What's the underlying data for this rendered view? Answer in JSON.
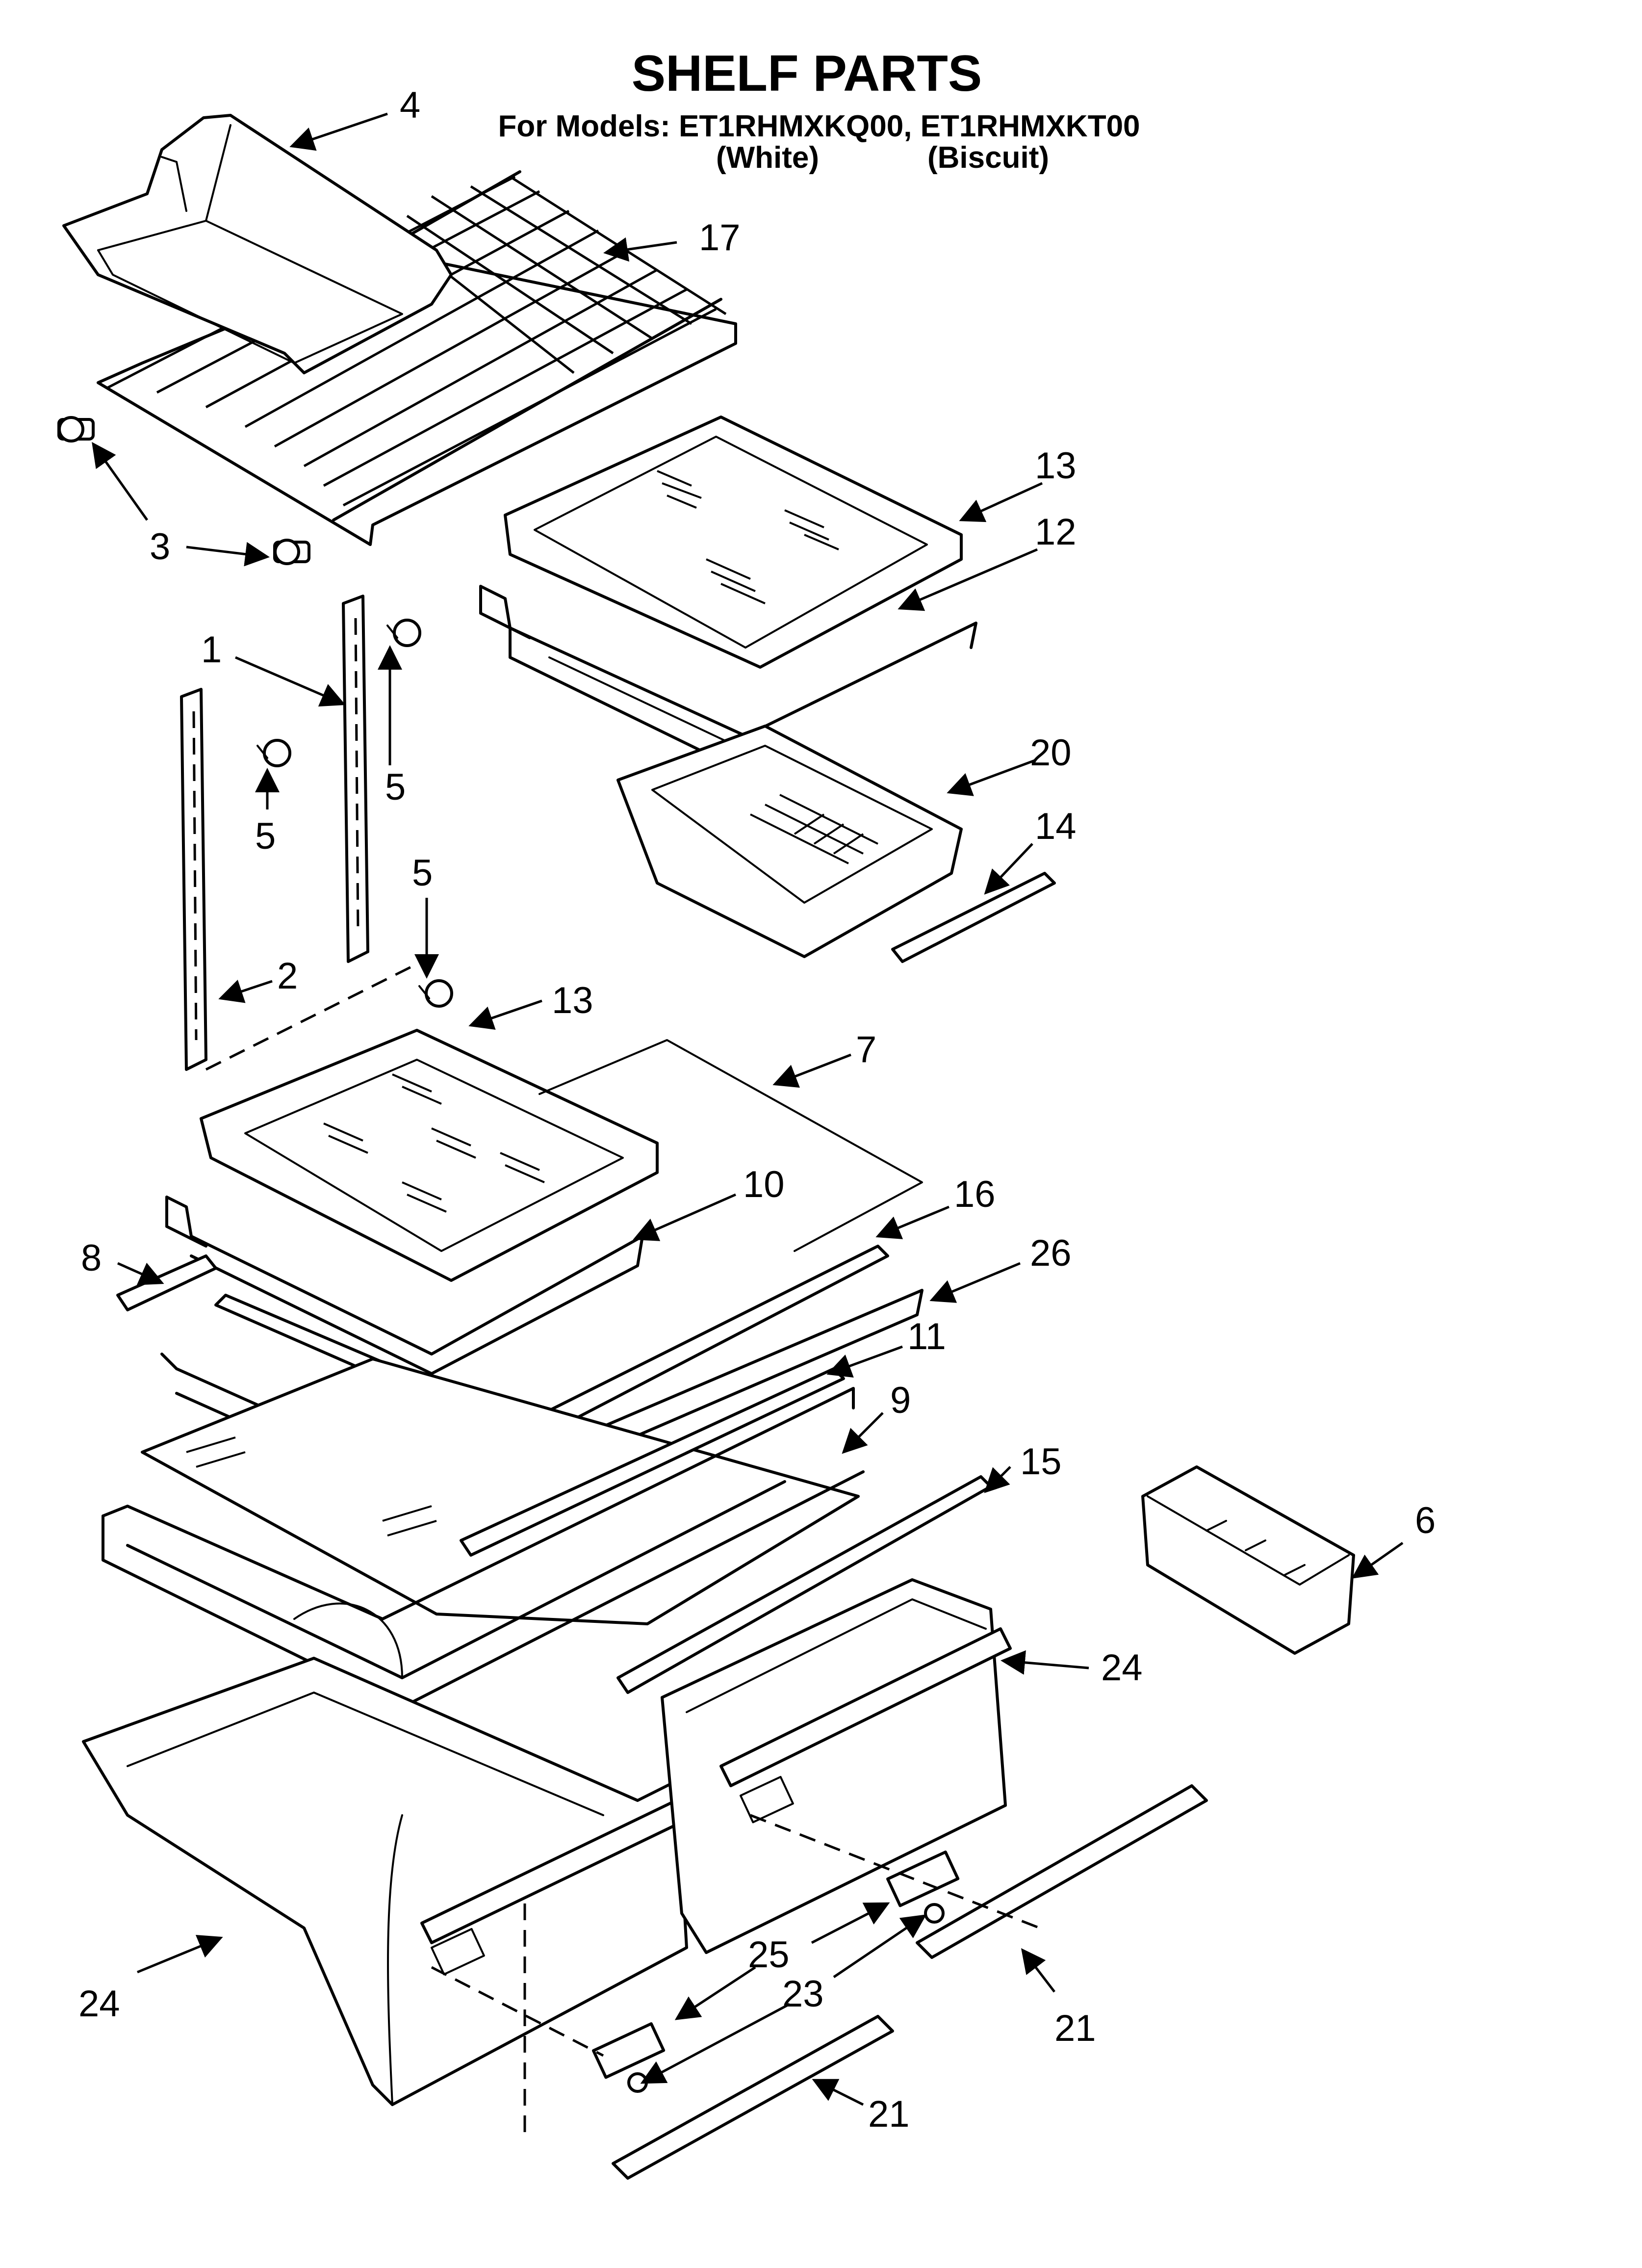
{
  "title": "SHELF PARTS",
  "models_line": "For Models: ET1RHMXKQ00, ET1RHMXKT00",
  "color_white": "(White)",
  "color_biscuit": "(Biscuit)",
  "callouts": {
    "c1": "1",
    "c2": "2",
    "c3a": "3",
    "c4": "4",
    "c5a": "5",
    "c5b": "5",
    "c5c": "5",
    "c6": "6",
    "c7": "7",
    "c8": "8",
    "c9": "9",
    "c10": "10",
    "c11": "11",
    "c12": "12",
    "c13a": "13",
    "c13b": "13",
    "c14": "14",
    "c15": "15",
    "c16": "16",
    "c17": "17",
    "c20": "20",
    "c21a": "21",
    "c21b": "21",
    "c23": "23",
    "c24a": "24",
    "c24b": "24",
    "c25": "25",
    "c26": "26"
  },
  "colors": {
    "ink": "#000000",
    "paper": "#ffffff"
  }
}
